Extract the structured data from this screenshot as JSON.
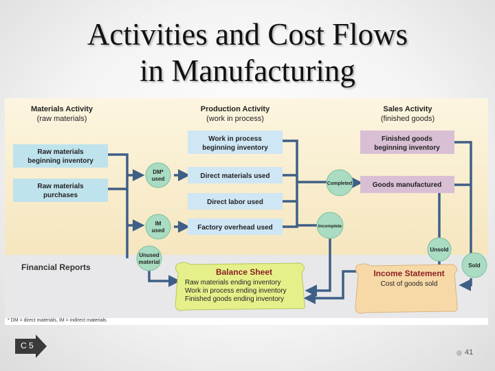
{
  "title": {
    "line1": "Activities and Cost Flows",
    "line2": "in Manufacturing"
  },
  "headers": {
    "materials": [
      "Materials Activity",
      "(raw materials)"
    ],
    "production": [
      "Production Activity",
      "(work in process)"
    ],
    "sales": [
      "Sales Activity",
      "(finished goods)"
    ]
  },
  "boxes": {
    "raw_beginning": [
      "Raw materials",
      "beginning inventory"
    ],
    "raw_purchases": [
      "Raw materials",
      "purchases"
    ],
    "wip_beginning": [
      "Work in process",
      "beginning inventory"
    ],
    "direct_materials": "Direct materials used",
    "direct_labor": "Direct labor used",
    "factory_overhead": "Factory overhead used",
    "fg_beginning": [
      "Finished goods",
      "beginning inventory"
    ],
    "goods_manufactured": "Goods manufactured"
  },
  "nodes": {
    "dm_used": [
      "DM*",
      "used"
    ],
    "im_used": [
      "IM",
      "used"
    ],
    "unused_material": [
      "Unused",
      "material"
    ],
    "completed": "Completed",
    "incomplete": "Incomplete",
    "unsold": "Unsold",
    "sold": "Sold"
  },
  "reports": {
    "label": "Financial Reports",
    "balance_sheet_title": "Balance Sheet",
    "balance_sheet_lines": [
      "Raw materials ending inventory",
      "Work in process ending inventory",
      "Finished goods ending inventory"
    ],
    "income_statement_title": "Income Statement",
    "income_statement_line": "Cost of goods sold"
  },
  "footnote": "* DM = direct materials, IM = indirect materials.",
  "slide_label": "C 5",
  "page_number": "41",
  "colors": {
    "material_box": "#bfe3ec",
    "production_box": "#cfe6f5",
    "sales_box": "#d9bfd4",
    "band_top": "#fbf2d8",
    "band_bottom": "#e9e9ea",
    "arrow": "#3e5f86",
    "node": "#a9dcc2",
    "balance_sheet": "#e5f08a",
    "income_statement": "#f7d9a8"
  }
}
